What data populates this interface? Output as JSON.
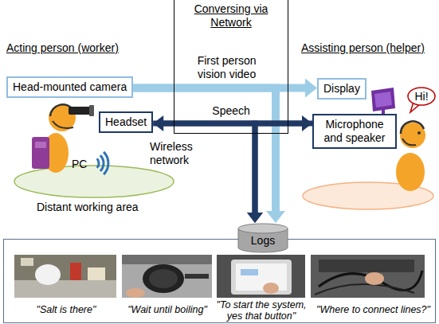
{
  "diagram": {
    "nodes": [
      {
        "text": [
          "Conversing via Network"
        ]
      },
      {
        "text": [
          "Head-mounted camera"
        ]
      },
      {
        "text": [
          "Display"
        ]
      },
      {
        "text": [
          "Headset"
        ]
      },
      {
        "text": [
          "Microphone and speaker"
        ]
      },
      {
        "text": [
          "Hi!"
        ]
      },
      {
        "text": [
          "Logs"
        ]
      },
      {
        "text": [
          "\"Salt is there\"",
          "\"Wait until boiling\"",
          "\"To start the system, yes that button\"",
          "\"Where to connect lines?\""
        ]
      }
    ],
    "edges": [
      {
        "from": 1,
        "to": 2,
        "arrow": "to",
        "label": "First person vision video"
      },
      {
        "from": 1,
        "to": 6,
        "arrow": "to"
      },
      {
        "from": 3,
        "to": 4,
        "arrow": "both",
        "label": "Speech"
      },
      {
        "from": 3,
        "to": 6,
        "arrow": "to"
      },
      {
        "from": 4,
        "to": 6,
        "arrow": "to"
      }
    ],
    "labels": [
      "Acting person (worker)",
      "Assisting person (helper)",
      "PC",
      "Wireless network",
      "Distant working area"
    ]
  }
}
